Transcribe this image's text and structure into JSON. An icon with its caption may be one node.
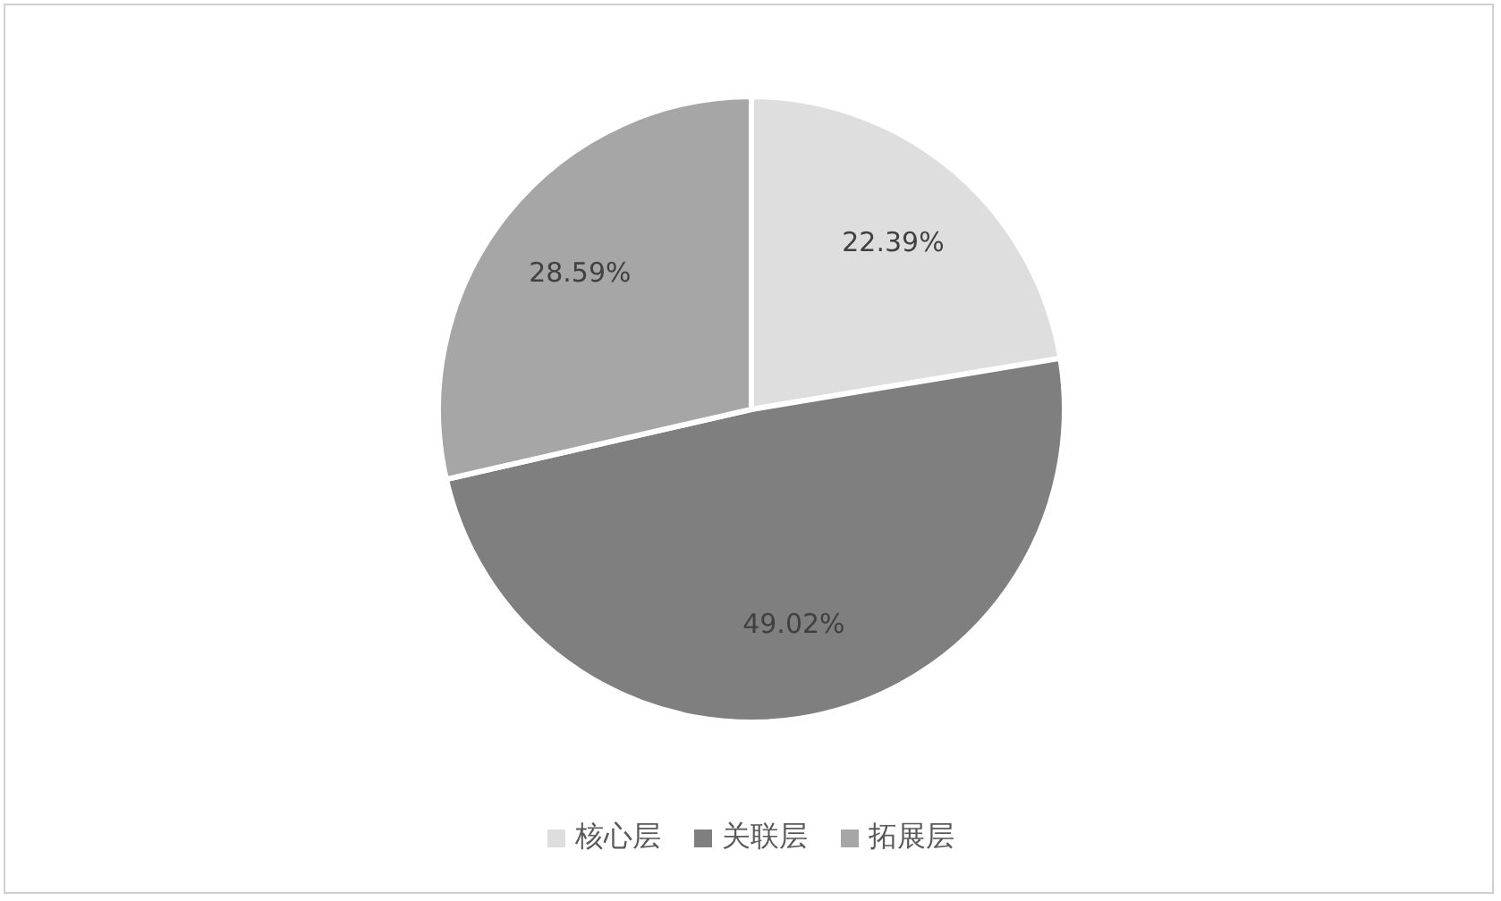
{
  "diagram": {
    "legend": [
      {
        "text": "核心层",
        "color": "#dedede"
      },
      {
        "text": "关联层",
        "color": "#7f7f7f"
      },
      {
        "text": "拓展层",
        "color": "#a6a6a6"
      }
    ],
    "chart_data": {
      "type": "pie",
      "series": [
        {
          "values": [
            22.39,
            49.02,
            28.59
          ]
        }
      ],
      "value_labels": [
        "22.39%",
        "49.02%",
        "28.59%"
      ]
    }
  }
}
